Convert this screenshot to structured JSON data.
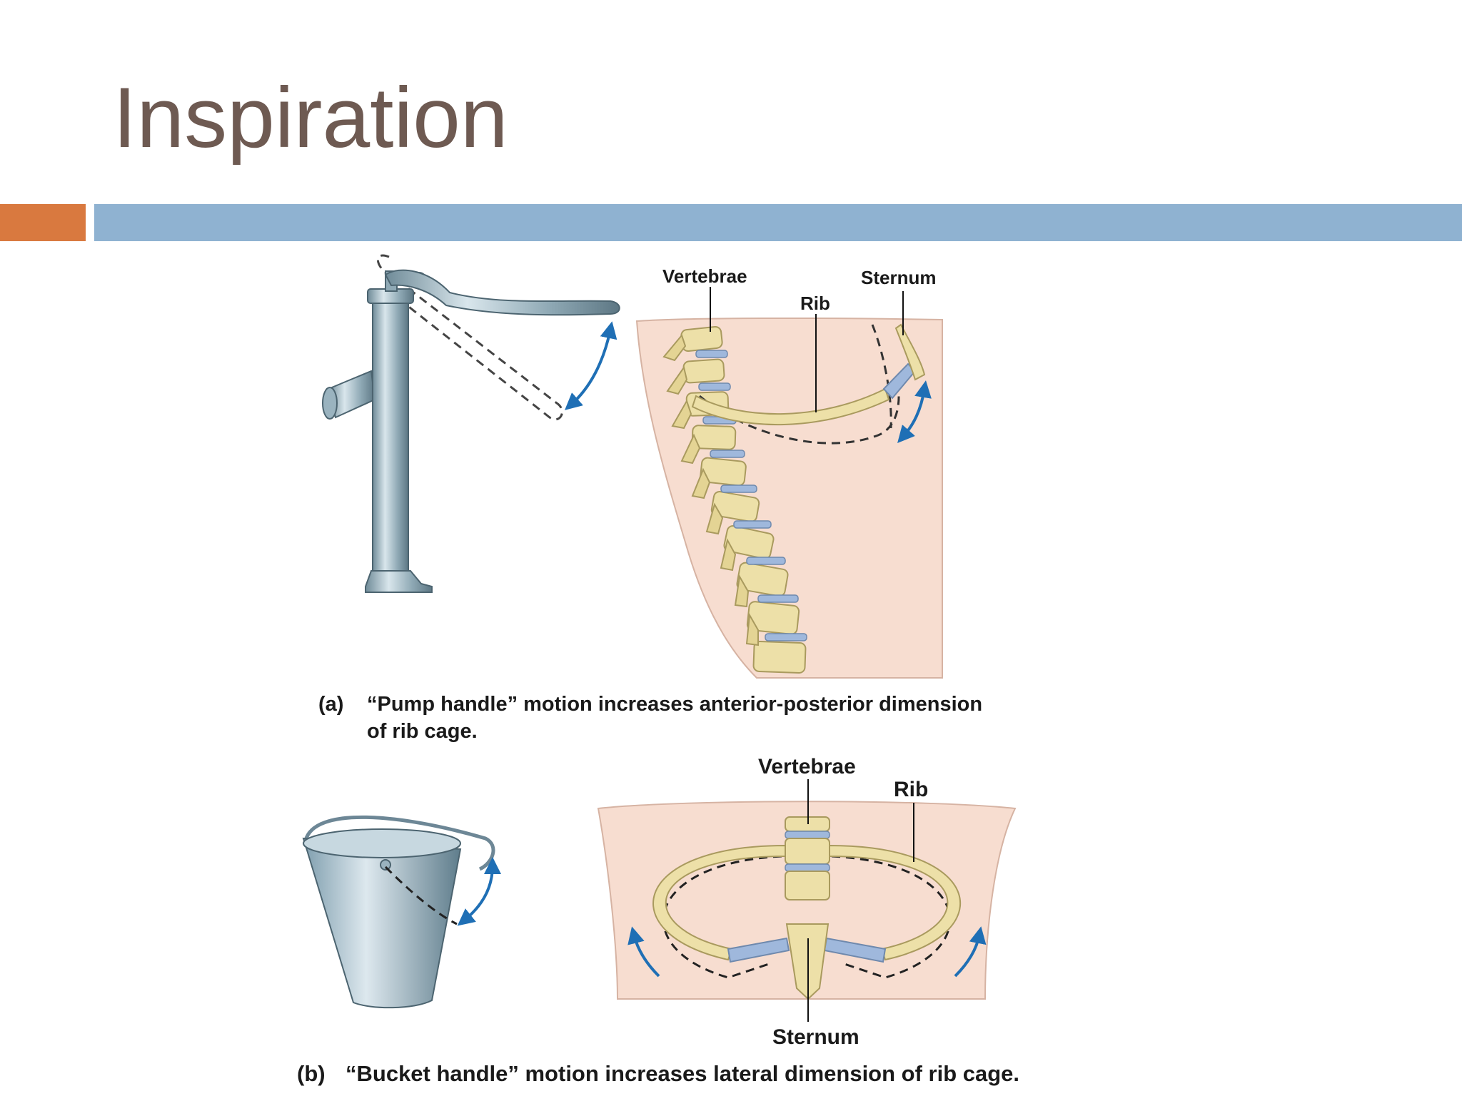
{
  "slide": {
    "title": "Inspiration"
  },
  "colors": {
    "title": "#6e5a52",
    "accent_orange": "#d9793f",
    "accent_blue": "#8fb2d1",
    "skin": "#f7ddd0",
    "bone": "#ede0a8",
    "cartilage": "#9fb8dc",
    "arrow": "#1f6fb5",
    "metal": "#8fa9b5"
  },
  "panel_a": {
    "labels": {
      "vertebrae": "Vertebrae",
      "rib": "Rib",
      "sternum": "Sternum"
    },
    "caption_tag": "(a)",
    "caption_line1": "“Pump handle” motion increases anterior-posterior dimension",
    "caption_line2": "of rib cage."
  },
  "panel_b": {
    "labels": {
      "vertebrae": "Vertebrae",
      "rib": "Rib",
      "sternum": "Sternum"
    },
    "caption_tag": "(b)",
    "caption_text": "“Bucket handle” motion increases lateral dimension of rib cage."
  }
}
